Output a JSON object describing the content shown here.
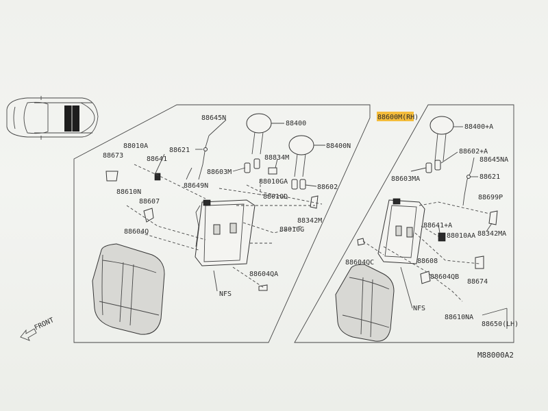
{
  "labels": {
    "left": {
      "l88645N": "88645N",
      "l88400": "88400",
      "l88010A": "88010A",
      "l88621": "88621",
      "l88400N": "88400N",
      "l88673": "88673",
      "l88641": "88641",
      "l88834M": "88834M",
      "l88603M": "88603M",
      "l88649N": "88649N",
      "l88010GA": "88010GA",
      "l88602": "88602",
      "l88610N": "88610N",
      "l88010D": "88010D",
      "l88607": "88607",
      "l88342M": "88342M",
      "l88604Q": "88604Q",
      "l88010G": "88010G",
      "l88604QA": "88604QA",
      "lNFS": "NFS"
    },
    "right": {
      "l88600M": "88600M(RH)",
      "l88400A": "88400+A",
      "l88602A": "88602+A",
      "l88645NA": "88645NA",
      "l88603MA": "88603MA",
      "l88621": "88621",
      "l88699P": "88699P",
      "l88641A": "88641+A",
      "l88342MA": "88342MA",
      "l88010AA": "88010AA",
      "l88604QC": "88604QC",
      "l88608": "88608",
      "l88604QB": "88604QB",
      "l88674": "88674",
      "lNFS": "NFS",
      "l88610NA": "88610NA",
      "l88650": "88650(LH)"
    },
    "front": "FRONT",
    "diagram_code": "M88000A2"
  },
  "colors": {
    "highlight": "#f5b21b",
    "ink": "#2a2a2a",
    "background": "#f0f1ed"
  }
}
